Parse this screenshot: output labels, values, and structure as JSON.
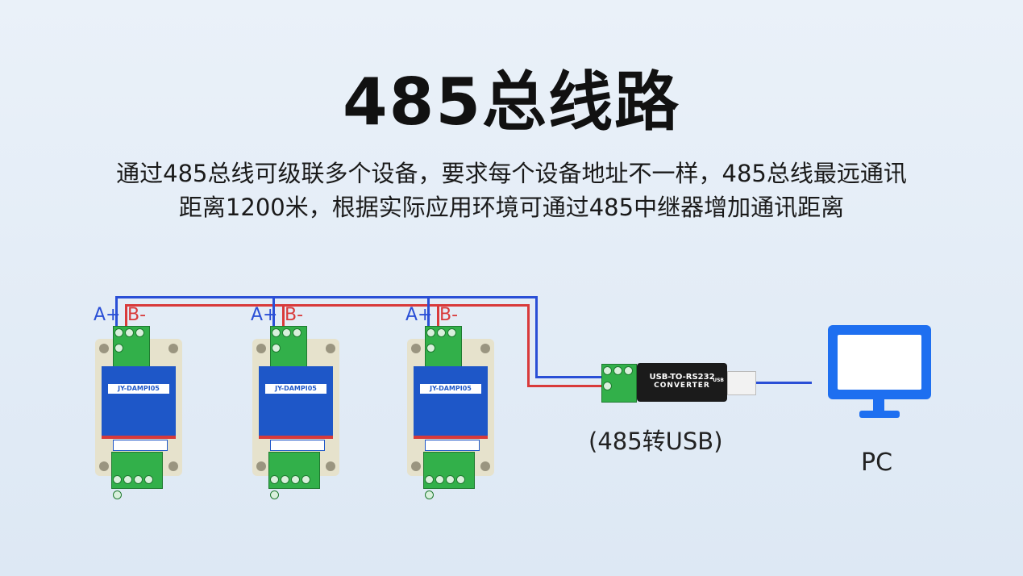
{
  "title": "485总线路",
  "description_line1": "通过485总线可级联多个设备，要求每个设备地址不一样，485总线最远通讯",
  "description_line2": "距离1200米，根据实际应用环境可通过485中继器增加通讯距离",
  "devices": [
    {
      "a_label": "A+",
      "b_label": "B-",
      "model": "JY-DAMPI05"
    },
    {
      "a_label": "A+",
      "b_label": "B-",
      "model": "JY-DAMPI05"
    },
    {
      "a_label": "A+",
      "b_label": "B-",
      "model": "JY-DAMPI05"
    }
  ],
  "converter": {
    "line1": "USB-TO-RS232",
    "line2": "CONVERTER",
    "caption": "(485转USB)",
    "usb_label": "USB"
  },
  "pc": {
    "label": "PC"
  },
  "colors": {
    "a_wire": "#2a4fd6",
    "b_wire": "#d93a3a",
    "terminal": "#32b04a",
    "monitor": "#1e6ff0"
  }
}
